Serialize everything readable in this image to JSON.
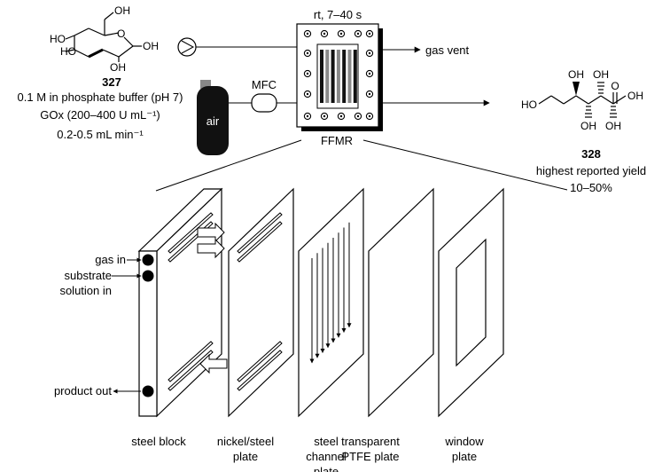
{
  "reaction": {
    "reactant": {
      "number": "327",
      "atoms": {
        "oh_top": "OH",
        "ho_left": "HO",
        "ho_left2": "HO",
        "oh_right": "OH",
        "oh_bottom": "OH",
        "o_ring": "O"
      }
    },
    "conditions": {
      "line1": "0.1 M in phosphate buffer (pH 7)",
      "line2": "GOx (200–400 U mL⁻¹)",
      "line3": "0.2-0.5 mL min⁻¹"
    },
    "reactor_conditions": "rt, 7–40 s",
    "gas_vent": "gas vent",
    "mfc": "MFC",
    "air": "air",
    "reactor_name": "FFMR",
    "product": {
      "number": "328",
      "note_line1": "highest reported yield",
      "note_line2": "10–50%",
      "atoms": {
        "ho_left": "HO",
        "oh_top1": "OH",
        "oh_top2": "OH",
        "o_carbonyl": "O",
        "oh_acid": "OH",
        "oh_bot1": "OH",
        "oh_bot2": "OH"
      }
    }
  },
  "exploded_view": {
    "labels": {
      "gas_in": "gas in",
      "substrate_line1": "substrate",
      "substrate_line2": "solution in",
      "product_out": "product out"
    },
    "plates": [
      {
        "id": "steel-block",
        "lines": [
          "steel block"
        ]
      },
      {
        "id": "nickel-steel-plate",
        "lines": [
          "nickel/steel",
          "plate"
        ]
      },
      {
        "id": "steel-channel-plate",
        "lines": [
          "steel",
          "channel",
          "plate"
        ]
      },
      {
        "id": "transparent-ptfe-plate",
        "lines": [
          "transparent",
          "PTFE plate"
        ]
      },
      {
        "id": "window-plate",
        "lines": [
          "window",
          "plate"
        ]
      }
    ]
  },
  "colors": {
    "ink": "#000000",
    "paper": "#ffffff",
    "tank": "#111111",
    "tank_valve": "#888888"
  }
}
